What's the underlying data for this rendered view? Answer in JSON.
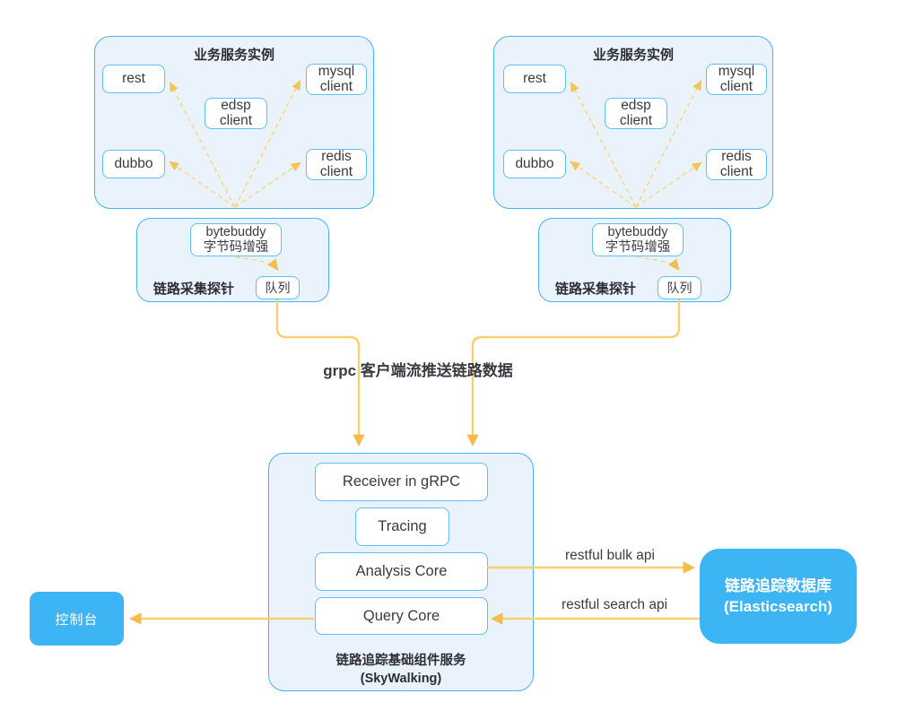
{
  "colors": {
    "container_fill": "#EAF3FC",
    "container_border": "#45B3F2",
    "node_border": "#5FC0F6",
    "solid_blue": "#3DB4F3",
    "wire_solid": "#F8D06E",
    "wire_dashed": "#F9D78A",
    "arrowhead": "#F3BC4B",
    "text_dark": "#3A3A42"
  },
  "groups": [
    {
      "title": "业务服务实例",
      "rest": "rest",
      "dubbo": "dubbo",
      "edsp": [
        "edsp",
        "client"
      ],
      "mysql": [
        "mysql",
        "client"
      ],
      "redis": [
        "redis",
        "client"
      ]
    },
    {
      "title": "业务服务实例",
      "rest": "rest",
      "dubbo": "dubbo",
      "edsp": [
        "edsp",
        "client"
      ],
      "mysql": [
        "mysql",
        "client"
      ],
      "redis": [
        "redis",
        "client"
      ]
    }
  ],
  "probes": [
    {
      "label": "链路采集探针",
      "enhancer": [
        "bytebuddy",
        "字节码增强"
      ],
      "queue": "队列"
    },
    {
      "label": "链路采集探针",
      "enhancer": [
        "bytebuddy",
        "字节码增强"
      ],
      "queue": "队列"
    }
  ],
  "grpc_label": "grpc 客户端流推送链路数据",
  "skywalking": {
    "receiver": "Receiver in gRPC",
    "tracing": "Tracing",
    "analysis": "Analysis Core",
    "query": "Query Core",
    "caption": [
      "链路追踪基础组件服务",
      "(SkyWalking)"
    ]
  },
  "database": {
    "lines": [
      "链路追踪数据库",
      "(Elasticsearch)"
    ]
  },
  "console": {
    "label": "控制台"
  },
  "api_labels": {
    "bulk": "restful bulk api",
    "search": "restful search api"
  }
}
